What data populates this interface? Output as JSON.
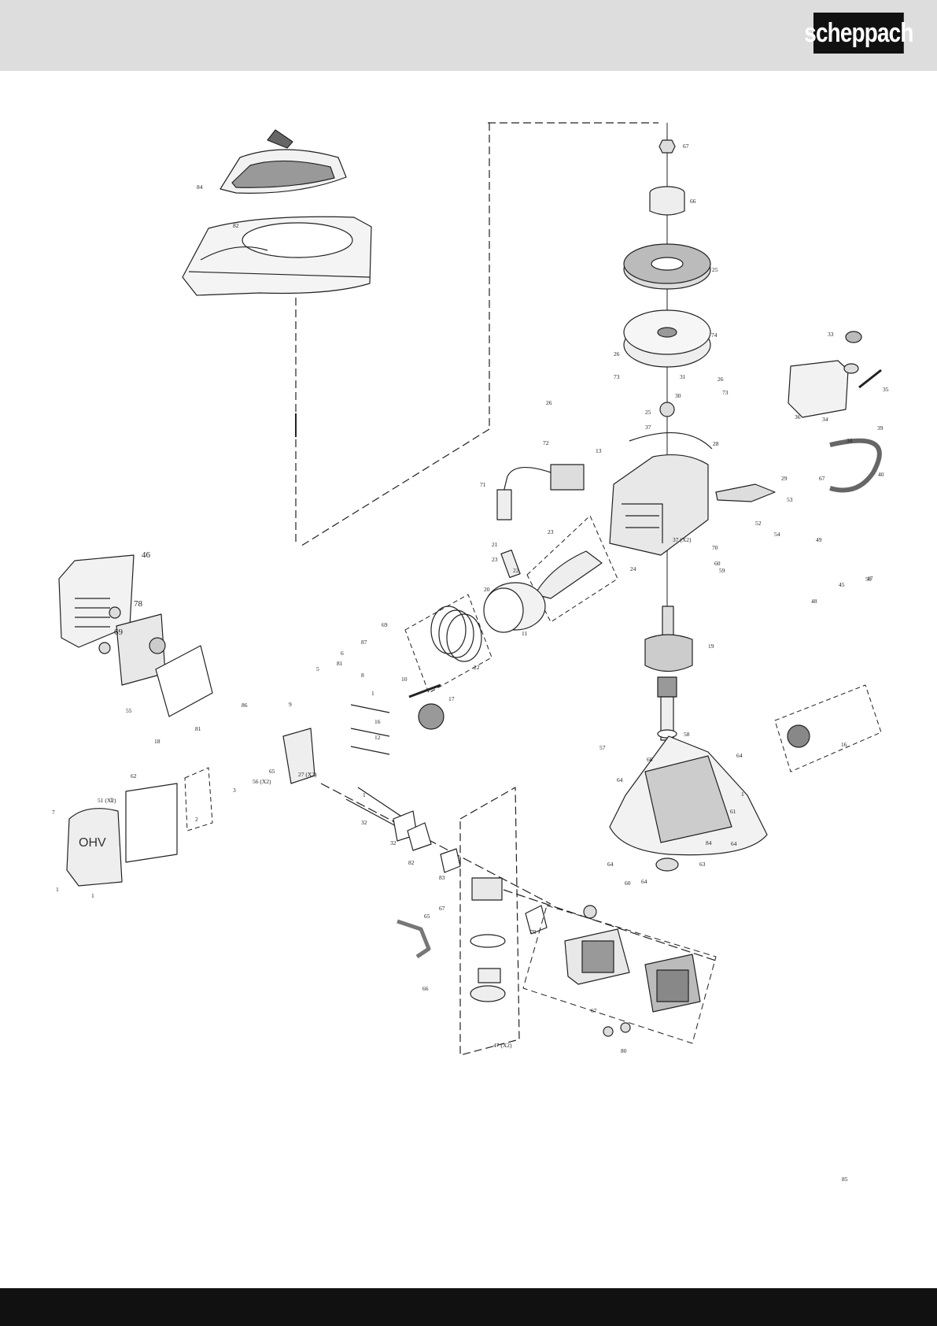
{
  "brand": {
    "logo_text": "scheppach"
  },
  "colors": {
    "header_bg": "#dddddd",
    "logo_bg": "#111111",
    "footer_bg": "#111111"
  },
  "part_labels": [
    "84",
    "82",
    "67",
    "66",
    "25",
    "74",
    "33",
    "35",
    "26",
    "73",
    "31",
    "30",
    "26",
    "73",
    "26",
    "25",
    "37",
    "28",
    "36",
    "34",
    "38",
    "39",
    "40",
    "72",
    "13",
    "71",
    "29",
    "67",
    "23",
    "21",
    "22",
    "23",
    "20",
    "37 (X2)",
    "24",
    "53",
    "52",
    "54",
    "70",
    "60",
    "59",
    "49",
    "48",
    "47",
    "50",
    "45",
    "46",
    "78",
    "69",
    "69",
    "11",
    "22",
    "19",
    "55",
    "87",
    "9",
    "6",
    "5",
    "8",
    "10",
    "17",
    "18",
    "86",
    "81",
    "81",
    "1",
    "16",
    "12",
    "16",
    "58",
    "57",
    "68",
    "64",
    "64",
    "65",
    "27 (X2)",
    "3",
    "56 (X2)",
    "51 (X2)",
    "2",
    "7",
    "1",
    "61",
    "64",
    "62",
    "1",
    "1",
    "1",
    "1",
    "32",
    "32",
    "82",
    "83",
    "84",
    "64",
    "60",
    "64",
    "63",
    "65",
    "67",
    "79",
    "66",
    "67",
    "80",
    "47 (X2)",
    "85"
  ]
}
